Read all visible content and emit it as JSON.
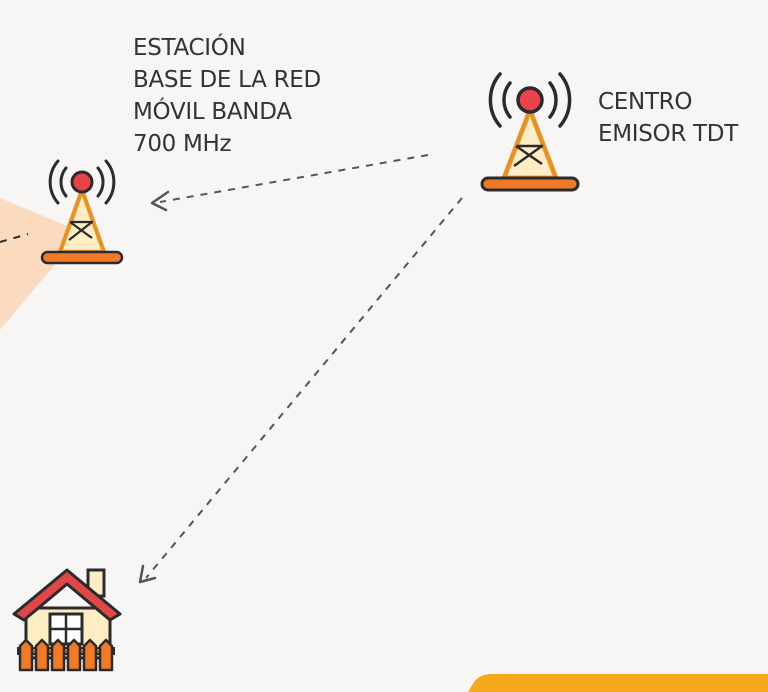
{
  "base_station": {
    "label_lines": [
      "ESTACIÓN",
      "BASE DE LA RED",
      "MÓVIL BANDA",
      "700 MHz"
    ],
    "icon": "radio-tower-icon"
  },
  "tdt_center": {
    "label_lines": [
      "CENTRO",
      "EMISOR TDT"
    ],
    "icon": "radio-tower-icon"
  },
  "house": {
    "icon": "house-icon"
  },
  "colors": {
    "tower_orange": "#f39c2b",
    "tower_base": "#f07a2a",
    "tower_fill": "#fdecc4",
    "signal_red": "#e8434a",
    "roof_red": "#e04848",
    "outline": "#2b2b2b",
    "coverage": "#fbd6b5",
    "accent_bar": "#f7a81b"
  }
}
